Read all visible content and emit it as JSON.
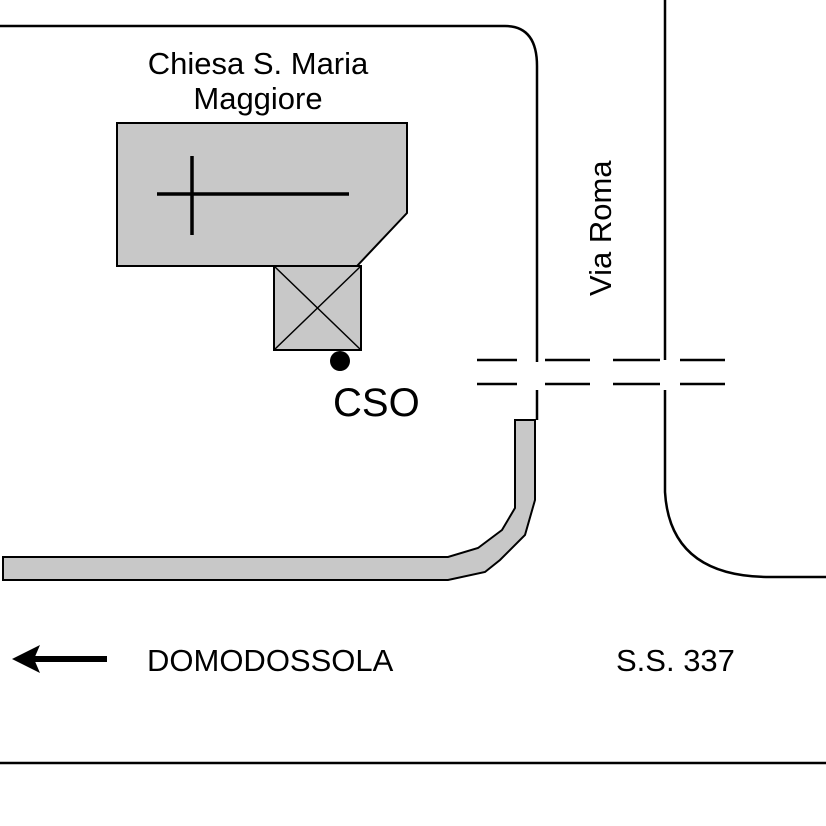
{
  "map": {
    "church_label": "Chiesa S. Maria Maggiore",
    "marker_label": "CSO",
    "street_label": "Via Roma",
    "direction_label": "DOMODOSSOLA",
    "road_label": "S.S. 337",
    "direction_arrow": "arrow-left-icon",
    "colors": {
      "building_fill": "#c8c8c8",
      "line": "#000000",
      "background": "#ffffff"
    }
  }
}
